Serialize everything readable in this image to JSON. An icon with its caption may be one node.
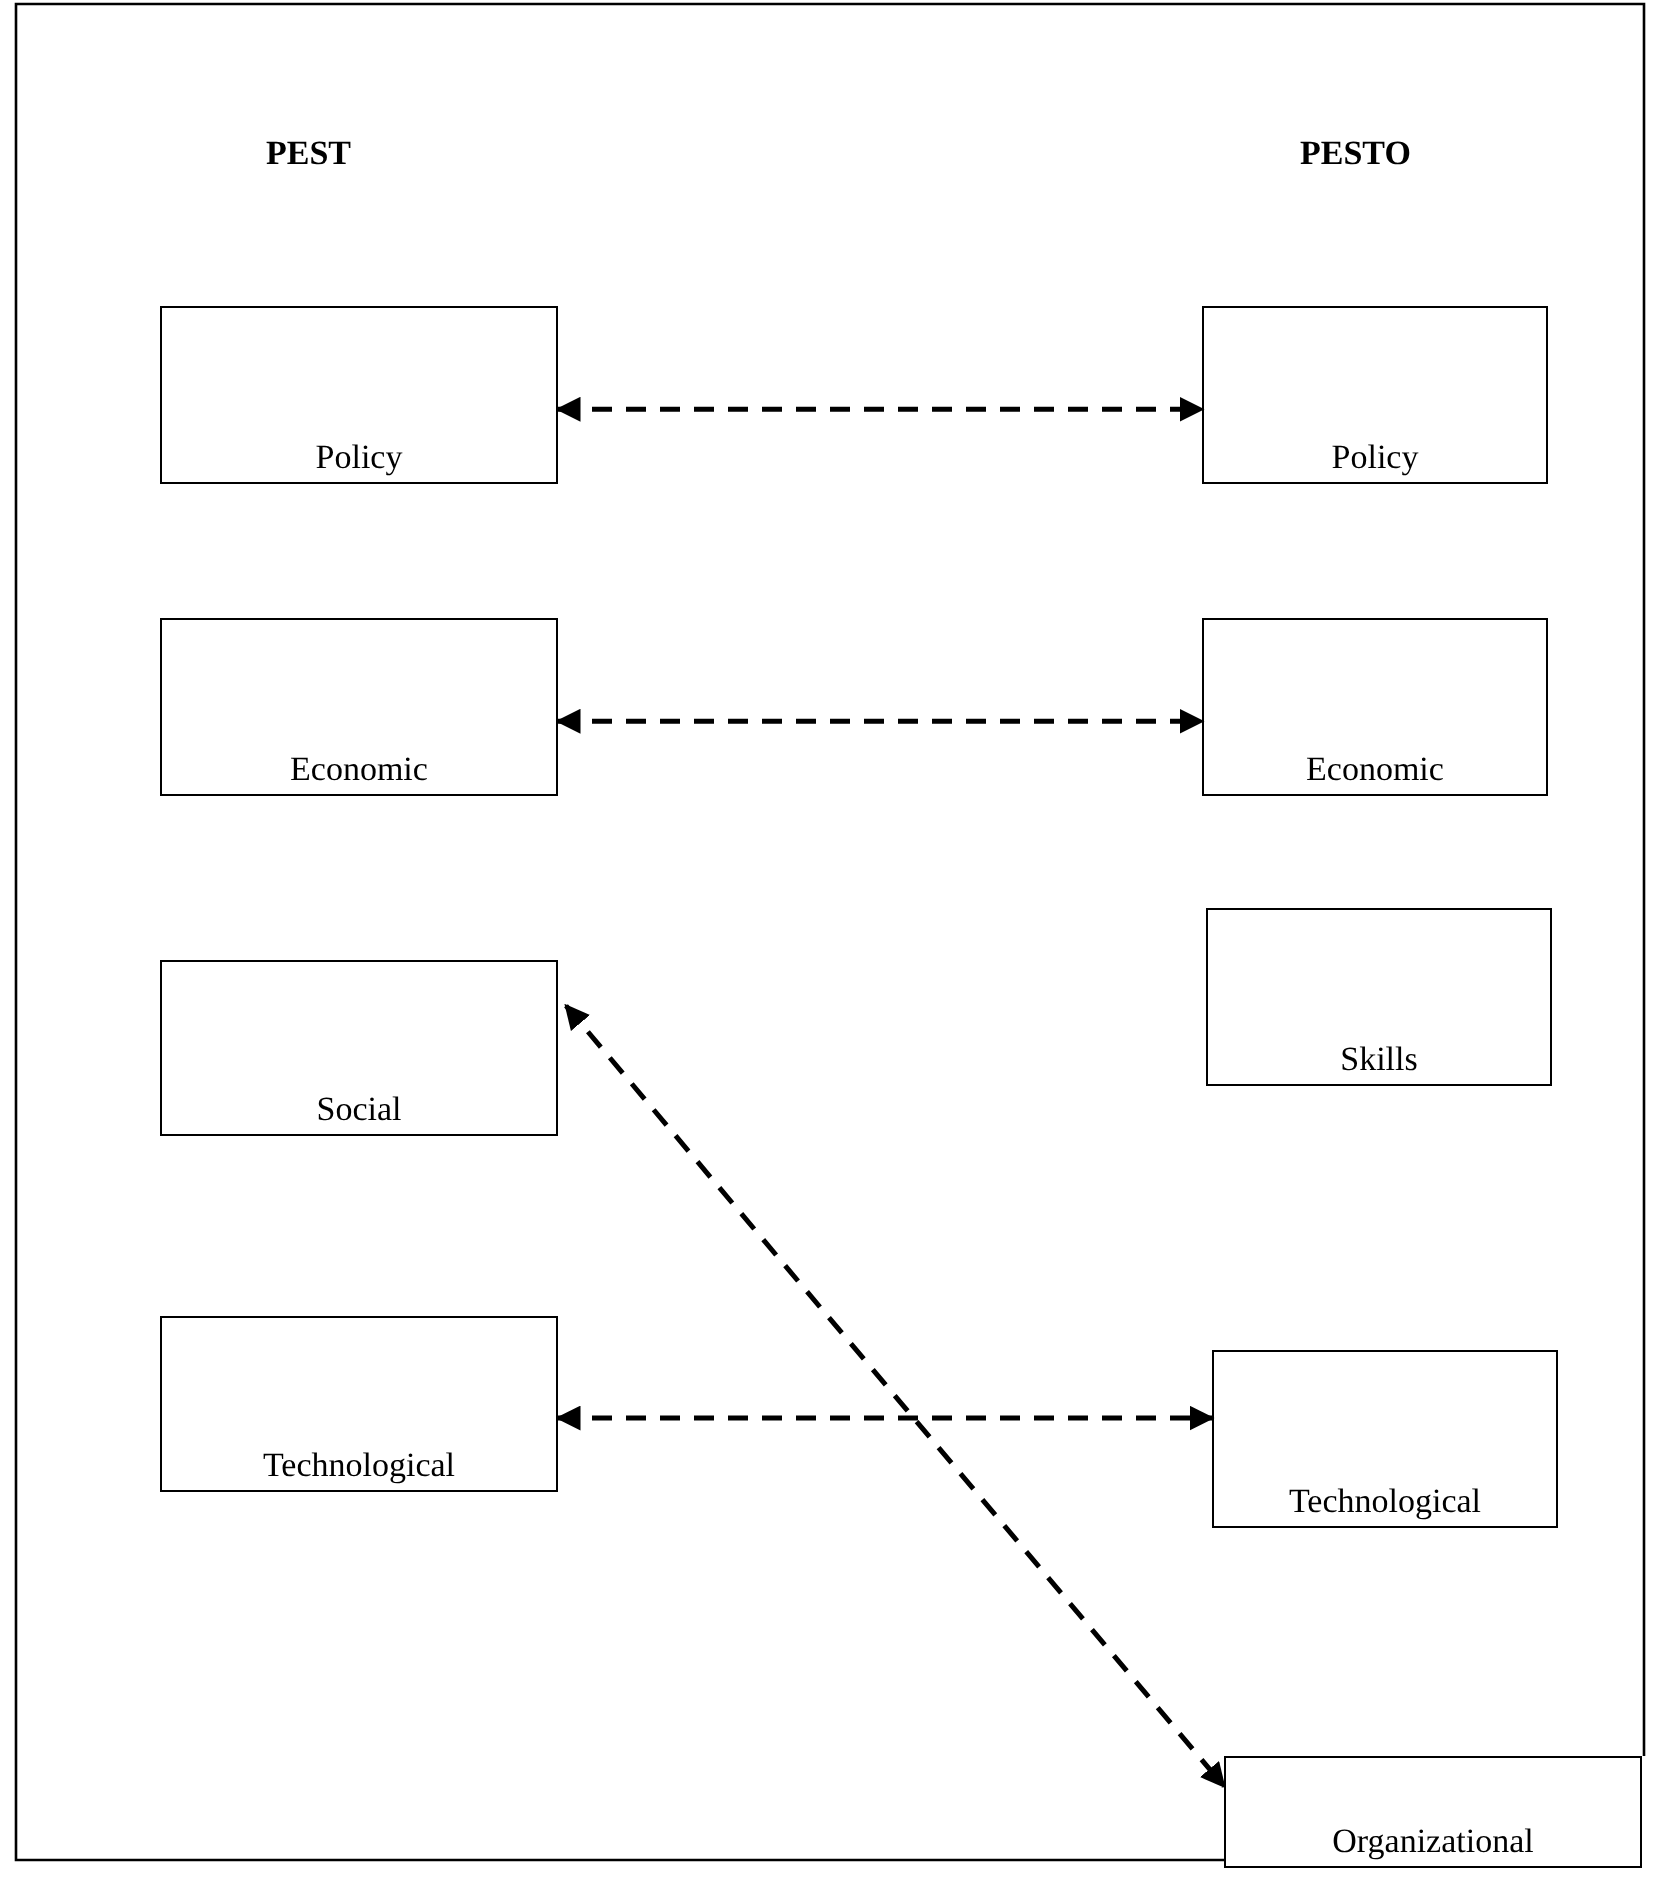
{
  "diagram": {
    "nodes": [
      {
        "text": [
          "Policy"
        ]
      },
      {
        "text": [
          "Policy"
        ]
      },
      {
        "text": [
          "Economic"
        ]
      },
      {
        "text": [
          "Economic"
        ]
      },
      {
        "text": [
          "Social"
        ]
      },
      {
        "text": [
          "Skills"
        ]
      },
      {
        "text": [
          "Technological"
        ]
      },
      {
        "text": [
          "Technological"
        ]
      },
      {
        "text": [
          "Organizational"
        ]
      }
    ],
    "edges": [
      {
        "from": 0,
        "to": 1,
        "arrow": "both",
        "style": "dashed"
      },
      {
        "from": 2,
        "to": 3,
        "arrow": "both",
        "style": "dashed"
      },
      {
        "from": 6,
        "to": 7,
        "arrow": "both",
        "style": "dashed"
      },
      {
        "from": 4,
        "to": 8,
        "arrow": "both",
        "style": "dashed"
      }
    ],
    "labels": [
      "PEST",
      "PESTO"
    ]
  }
}
